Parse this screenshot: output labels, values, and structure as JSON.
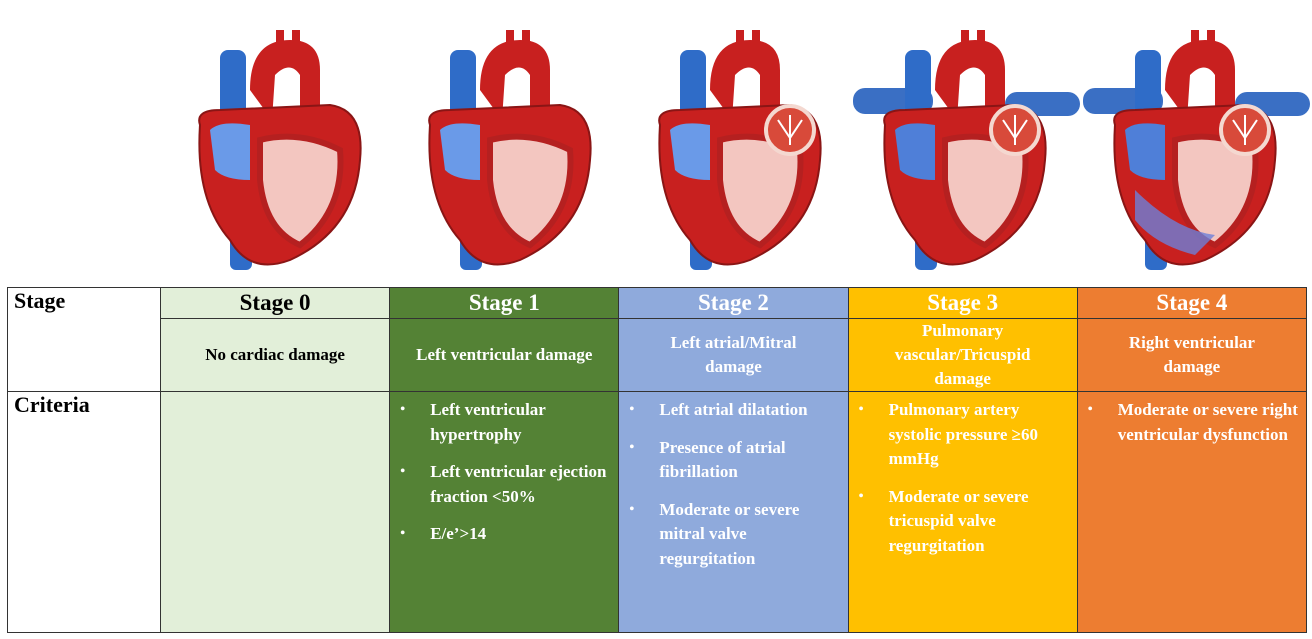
{
  "colors": {
    "stage0": "#e2efd9",
    "stage1": "#548235",
    "stage2": "#8faadc",
    "stage3": "#ffc000",
    "stage4": "#ed7d31"
  },
  "row_labels": {
    "stage": "Stage",
    "criteria": "Criteria"
  },
  "stages": [
    {
      "title": "Stage 0",
      "subtitle": "No cardiac damage",
      "criteria": []
    },
    {
      "title": "Stage 1",
      "subtitle": "Left ventricular  damage",
      "criteria": [
        "Left ventricular hypertrophy",
        "Left ventricular ejection fraction <50%",
        "E/e’>14"
      ]
    },
    {
      "title": "Stage 2",
      "subtitle": "Left atrial/Mitral damage",
      "criteria": [
        "Left atrial dilatation",
        "Presence of atrial fibrillation",
        "Moderate or severe mitral  valve regurgitation"
      ]
    },
    {
      "title": "Stage 3",
      "subtitle": "Pulmonary vascular/Tricuspid damage",
      "criteria": [
        "Pulmonary  artery systolic pressure ≥60 mmHg",
        "Moderate or severe tricuspid  valve regurgitation"
      ]
    },
    {
      "title": "Stage 4",
      "subtitle": "Right ventricular damage",
      "criteria": [
        "Moderate or severe right ventricular dysfunction"
      ]
    }
  ]
}
